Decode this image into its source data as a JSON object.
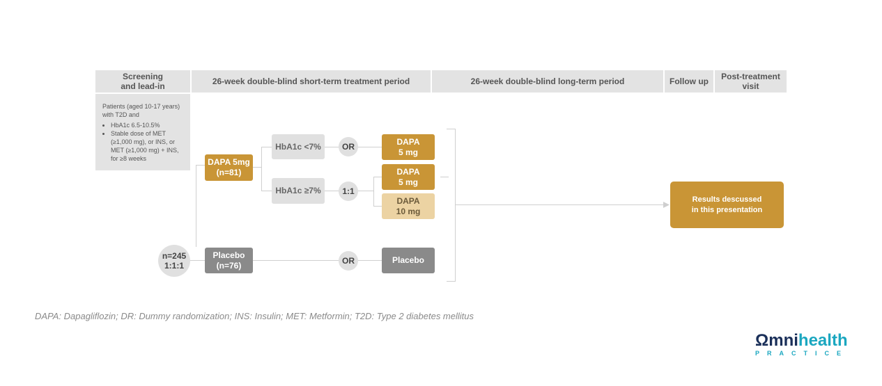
{
  "headers": {
    "screening": "Screening\nand lead-in",
    "short_term": "26-week double-blind short-term treatment period",
    "long_term": "26-week double-blind long-term period",
    "follow_up": "Follow up",
    "post_treatment": "Post-treatment\nvisit"
  },
  "patients": {
    "intro": "Patients (aged 10-17 years)  with T2D and",
    "bullets": [
      "HbA1c 6.5-10.5%",
      "Stable dose of MET (≥1,000 mg), or INS, or MET (≥1,000 mg) + INS, for ≥8 weeks"
    ]
  },
  "randomization": "n=245\n1:1:1",
  "arms": {
    "dapa": "DAPA 5mg\n(n=81)",
    "placebo": "Placebo\n(n=76)"
  },
  "strata": {
    "low": "HbA1c <7%",
    "high": "HbA1c ≥7%"
  },
  "operators": {
    "or_top": "OR",
    "ratio": "1:1",
    "or_bottom": "OR"
  },
  "outcomes": {
    "dapa5_top": "DAPA\n5 mg",
    "dapa5_mid": "DAPA\n5 mg",
    "dapa10": "DAPA\n10 mg",
    "placebo": "Placebo"
  },
  "results": "Results descussed\nin this presentation",
  "footnote": "DAPA: Dapagliflozin; DR: Dummy randomization; INS: Insulin; MET: Metformin; T2D: Type 2 diabetes mellitus",
  "logo": {
    "omni": "Ωmni",
    "health": "health",
    "sub": "PRACTICE"
  },
  "colors": {
    "gold": "#c99536",
    "tan": "#ecd3a3",
    "grey_header": "#e3e3e3",
    "grey_dark": "#8a8a8a",
    "logo_navy": "#1a2f59",
    "logo_teal": "#1ba7c0"
  }
}
